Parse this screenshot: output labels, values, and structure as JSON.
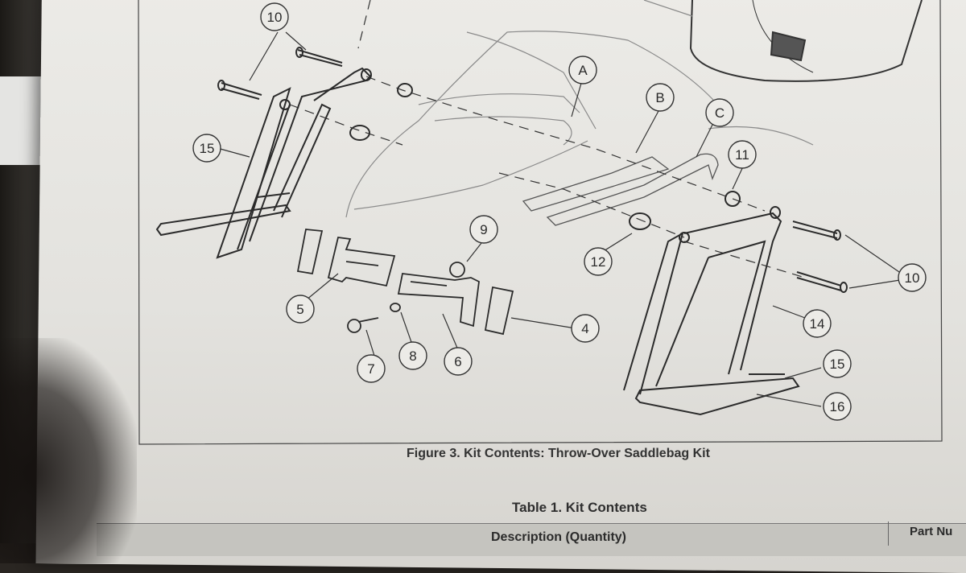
{
  "figure": {
    "caption": "Figure 3. Kit Contents: Throw-Over Saddlebag Kit",
    "letter_callouts": [
      "A",
      "B",
      "C"
    ],
    "number_callouts": [
      "10",
      "15",
      "9",
      "5",
      "6",
      "4",
      "7",
      "8",
      "12",
      "11",
      "10",
      "14",
      "15",
      "16"
    ]
  },
  "table": {
    "title": "Table 1. Kit Contents",
    "header_description": "Description (Quantity)",
    "header_part": "Part Nu"
  }
}
